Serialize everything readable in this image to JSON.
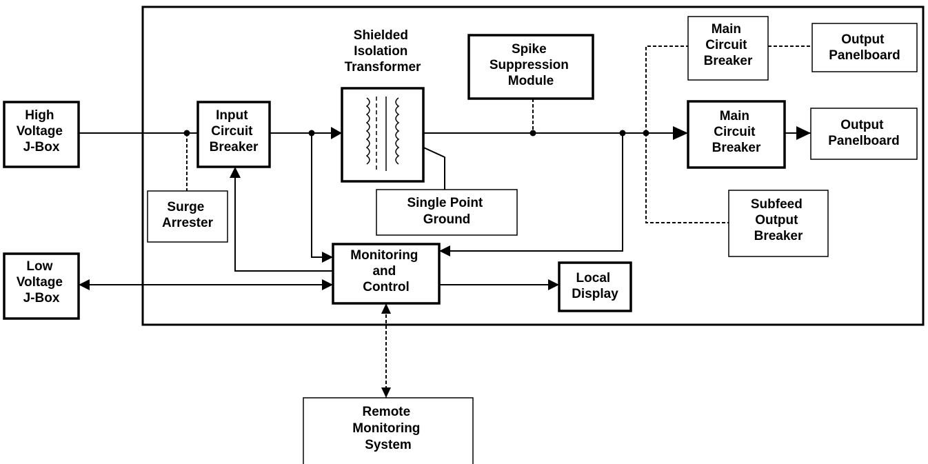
{
  "blocks": {
    "hv_jbox": [
      "High",
      "Voltage",
      "J-Box"
    ],
    "lv_jbox": [
      "Low",
      "Voltage",
      "J-Box"
    ],
    "input_breaker": [
      "Input",
      "Circuit",
      "Breaker"
    ],
    "surge_arrester": [
      "Surge",
      "Arrester"
    ],
    "transformer_title": [
      "Shielded",
      "Isolation",
      "Transformer"
    ],
    "single_point_ground": [
      "Single Point",
      "Ground"
    ],
    "spike_suppression": [
      "Spike",
      "Suppression",
      "Module"
    ],
    "main_breaker_top": [
      "Main",
      "Circuit",
      "Breaker"
    ],
    "output_panel_top": [
      "Output",
      "Panelboard"
    ],
    "main_breaker_mid": [
      "Main",
      "Circuit",
      "Breaker"
    ],
    "output_panel_mid": [
      "Output",
      "Panelboard"
    ],
    "subfeed_breaker": [
      "Subfeed",
      "Output",
      "Breaker"
    ],
    "monitoring_control": [
      "Monitoring",
      "and",
      "Control"
    ],
    "local_display": [
      "Local",
      "Display"
    ],
    "remote_monitoring": [
      "Remote",
      "Monitoring",
      "System"
    ]
  }
}
